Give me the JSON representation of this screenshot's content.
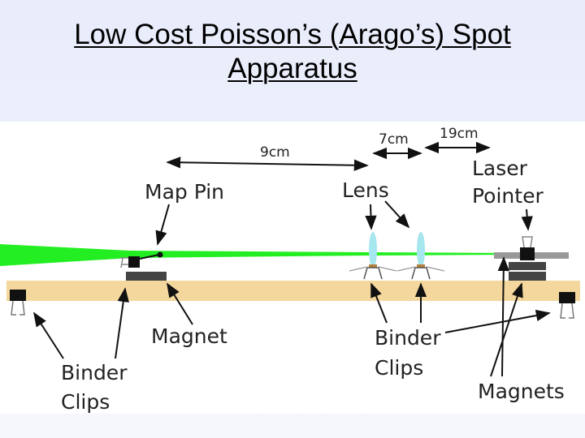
{
  "title": {
    "line1": "Low Cost Poisson’s (Arago’s) Spot",
    "line2": "Apparatus"
  },
  "dimensions": {
    "pin_to_lens": "9cm",
    "lens_to_lens": "7cm",
    "lens_to_laser": "19cm"
  },
  "labels": {
    "map_pin": "Map Pin",
    "lens": "Lens",
    "laser_line1": "Laser",
    "laser_line2": "Pointer",
    "magnet": "Magnet",
    "binder_clips_center_line1": "Binder",
    "binder_clips_center_line2": "Clips",
    "binder_clips_left_line1": "Binder",
    "binder_clips_left_line2": "Clips",
    "magnets": "Magnets"
  },
  "colors": {
    "beam": "#22ee22",
    "bench": "#f4d79c",
    "lens": "#a6e6ee",
    "magnet": "#444444",
    "laser_body": "#999999",
    "clip": "#111111"
  }
}
